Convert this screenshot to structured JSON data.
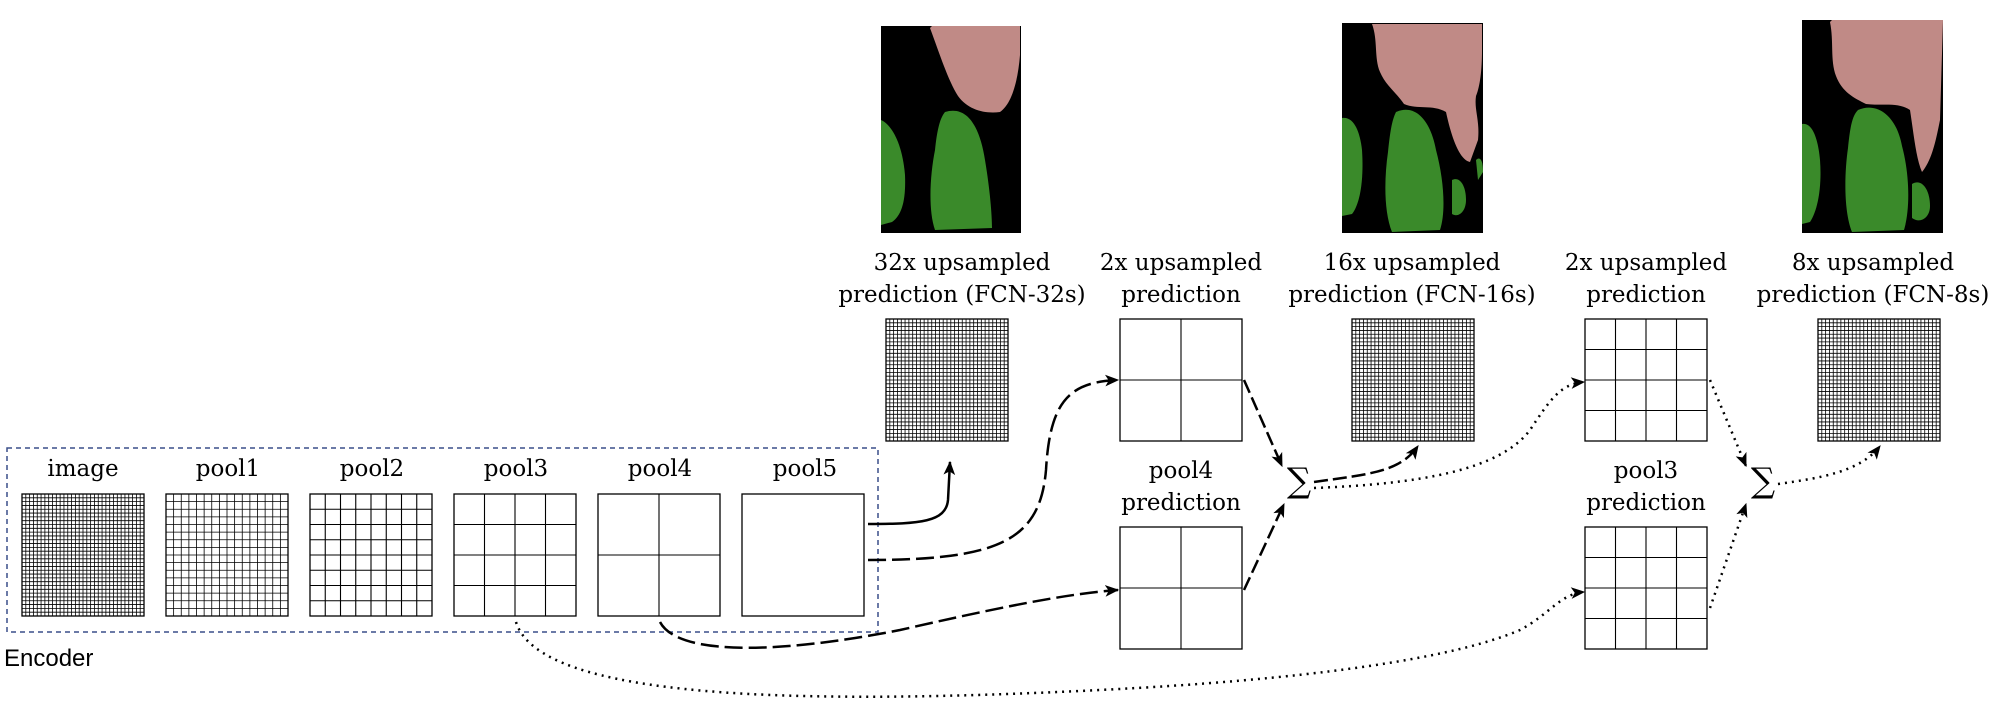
{
  "encoder": {
    "label": "Encoder",
    "layers": [
      "image",
      "pool1",
      "pool2",
      "pool3",
      "pool4",
      "pool5"
    ]
  },
  "outputs": {
    "fcn32": [
      "32x upsampled",
      "prediction (FCN-32s)"
    ],
    "up2_a": [
      "2x upsampled",
      "prediction"
    ],
    "fcn16": [
      "16x upsampled",
      "prediction (FCN-16s)"
    ],
    "up2_b": [
      "2x upsampled",
      "prediction"
    ],
    "fcn8": [
      "8x upsampled",
      "prediction (FCN-8s)"
    ]
  },
  "skips": {
    "pool4_pred": [
      "pool4",
      "prediction"
    ],
    "pool3_pred": [
      "pool3",
      "prediction"
    ]
  },
  "sum_symbol": "∑",
  "colors": {
    "encoder_border": "#3a4f8a",
    "seg_background": "#000000",
    "seg_class_pink": "#c08a86",
    "seg_class_green": "#3a8a2a"
  }
}
